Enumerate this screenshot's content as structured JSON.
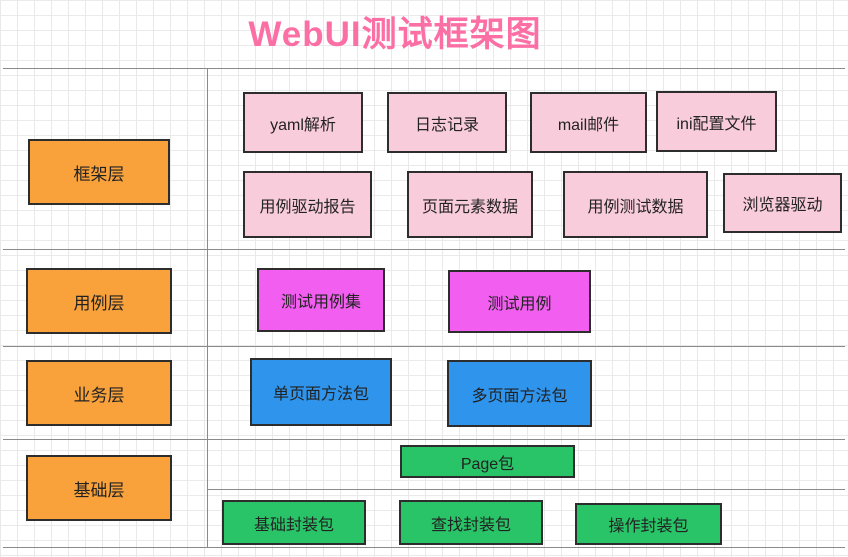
{
  "title": "WebUI测试框架图",
  "colors": {
    "title_text": "#FB6FA5",
    "layer_fill": "#F9A23B",
    "framework_node_fill": "#F9CCDC",
    "testcase_node_fill": "#F15EF0",
    "business_node_fill": "#2F94EC",
    "base_node_fill": "#29C368",
    "box_border": "#2D2D2D",
    "divider_line": "#8A8A8A",
    "grid_line": "#E9E9E9"
  },
  "layers": [
    {
      "label": "框架层"
    },
    {
      "label": "用例层"
    },
    {
      "label": "业务层"
    },
    {
      "label": "基础层"
    }
  ],
  "framework_layer": {
    "row1": [
      "yaml解析",
      "日志记录",
      "mail邮件",
      "ini配置文件"
    ],
    "row2": [
      "用例驱动报告",
      "页面元素数据",
      "用例测试数据",
      "浏览器驱动"
    ]
  },
  "testcase_layer": [
    "测试用例集",
    "测试用例"
  ],
  "business_layer": [
    "单页面方法包",
    "多页面方法包"
  ],
  "base_layer": {
    "top": [
      "Page包"
    ],
    "bottom": [
      "基础封装包",
      "查找封装包",
      "操作封装包"
    ]
  }
}
